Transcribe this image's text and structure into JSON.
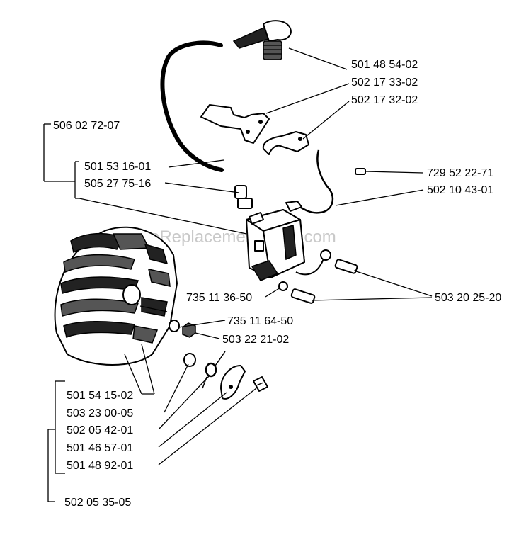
{
  "watermark": "eReplacementParts.com",
  "labels": {
    "p_501_48_54_02": "501 48 54-02",
    "p_502_17_33_02": "502 17 33-02",
    "p_502_17_32_02": "502 17 32-02",
    "p_506_02_72_07": "506 02 72-07",
    "p_501_53_16_01": "501 53 16-01",
    "p_729_52_22_71": "729 52 22-71",
    "p_505_27_75_16": "505 27 75-16",
    "p_502_10_43_01": "502 10 43-01",
    "p_735_11_36_50": "735 11 36-50",
    "p_503_20_25_20": "503 20 25-20",
    "p_735_11_64_50": "735 11 64-50",
    "p_503_22_21_02": "503 22 21-02",
    "p_501_54_15_02": "501 54 15-02",
    "p_503_23_00_05": "503 23 00-05",
    "p_502_05_42_01": "502 05 42-01",
    "p_501_46_57_01": "501 46 57-01",
    "p_501_48_92_01": "501 48 92-01",
    "p_502_05_35_05": "502 05 35-05"
  }
}
